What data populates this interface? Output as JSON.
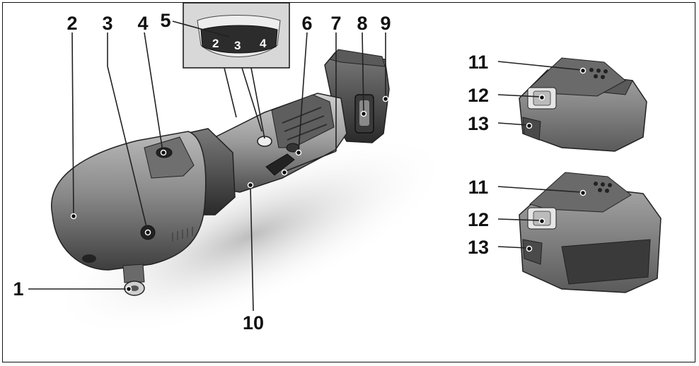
{
  "labels": {
    "l1": "1",
    "l2": "2",
    "l3": "3",
    "l4": "4",
    "l5": "5",
    "l6": "6",
    "l7": "7",
    "l8": "8",
    "l9": "9",
    "l10": "10",
    "l11a": "11",
    "l12a": "12",
    "l13a": "13",
    "l11b": "11",
    "l12b": "12",
    "l13b": "13"
  },
  "dial": {
    "left": "2",
    "center": "3",
    "right": "4"
  }
}
